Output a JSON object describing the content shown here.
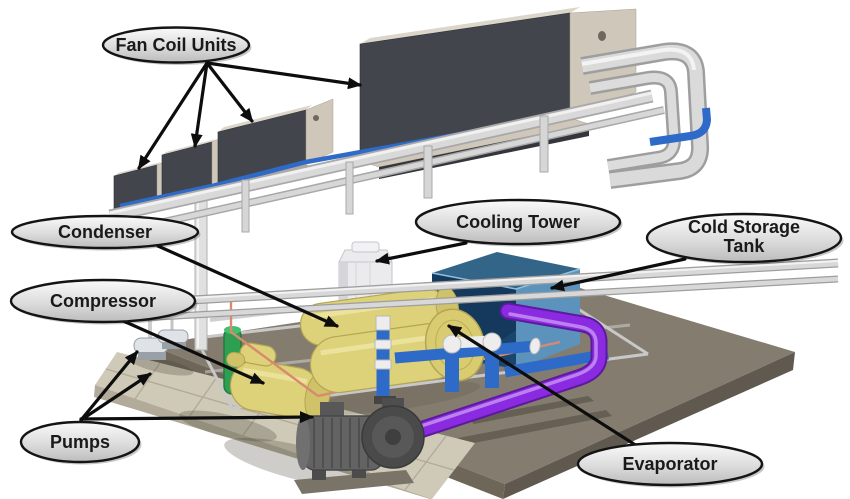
{
  "figure": {
    "type": "labeled 3D illustration of an HVAC chilled-water plant",
    "background": "#ffffff"
  },
  "callouts": {
    "fan_coil_units": {
      "label": "Fan Coil Units"
    },
    "condenser": {
      "label": "Condenser"
    },
    "compressor": {
      "label": "Compressor"
    },
    "pumps": {
      "label": "Pumps"
    },
    "cooling_tower": {
      "label": "Cooling Tower"
    },
    "cold_storage_tank": {
      "line1": "Cold Storage",
      "line2": "Tank"
    },
    "evaporator": {
      "label": "Evaporator"
    }
  },
  "colors": {
    "callout_fill_top": "#fafafa",
    "callout_fill_bottom": "#bcbcbc",
    "callout_border": "#141414",
    "label_text": "#1a1a1a",
    "arrow": "#0d0d0d",
    "fcu_dark": "#43454d",
    "fcu_panel": "#cfc7ba",
    "fcu_panel_light": "#dcd5c9",
    "fcu_panel_dark": "#b2a999",
    "pipe_chrome": "#d8d8d8",
    "pipe_chrome_dark": "#a3a3a3",
    "pipe_blue": "#2e6bc8",
    "tank_yellow": "#ddd17a",
    "tank_yellow_dark": "#b3a553",
    "cube_front": "#14395c",
    "cube_side": "#5c93bc",
    "cube_top": "#336589",
    "pipe_purple": "#8a2be2",
    "pipe_purple_dark": "#5e1a9e",
    "pipe_purple_light": "#c490f0",
    "green_cylinder": "#2e9e52",
    "pump_gray": "#636363",
    "pump_gray_dark": "#474747",
    "platform_gray": "#847d6f",
    "platform_gray_dark": "#5f5950",
    "paver_light": "#cfc9b8",
    "paver_dark": "#b2ab99",
    "copper_pipe": "#d98a6e",
    "cooling_tower_white": "#ebebee",
    "white_joint": "#ededed",
    "shadow": "rgba(60,55,45,0.25)"
  }
}
